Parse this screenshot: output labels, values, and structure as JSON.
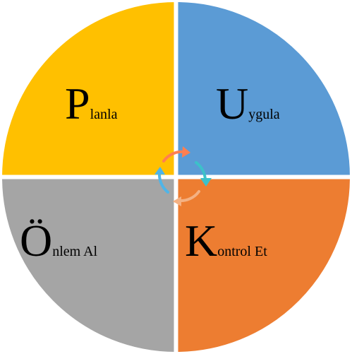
{
  "quadrants": [
    {
      "id": "plan",
      "letter": "P",
      "rest": "lanla",
      "color": "#FFC000"
    },
    {
      "id": "do",
      "letter": "U",
      "rest": "ygula",
      "color": "#5B9BD5"
    },
    {
      "id": "check",
      "letter": "K",
      "rest": "ontrol Et",
      "color": "#ED7D31"
    },
    {
      "id": "act",
      "letter": "Ö",
      "rest": "nlem Al",
      "color": "#A5A5A5"
    }
  ],
  "cycle_arrows": {
    "colors": [
      "#FF7F50",
      "#3CC1C9",
      "#F4B183",
      "#4FB5E8"
    ]
  }
}
